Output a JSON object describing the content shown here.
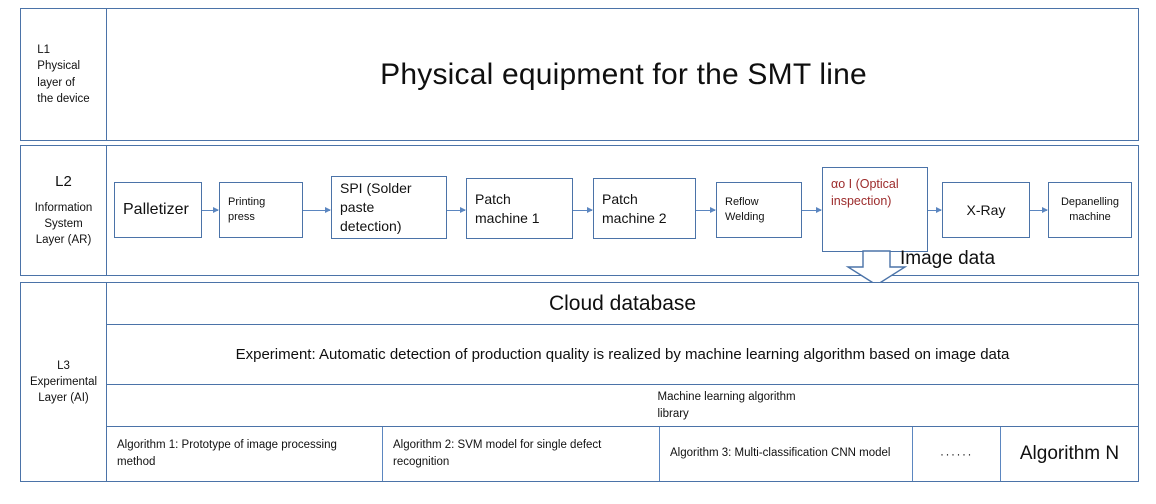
{
  "diagram": {
    "title": "Three-layer SMT production line architecture",
    "accent_border_color": "#4B73A8",
    "arrow_color": "#5B86C0",
    "aoi_text_color": "#9C2B2B"
  },
  "layers": {
    "l1": {
      "code": "L1",
      "name_lines": [
        "Physical",
        "layer of",
        "the device"
      ],
      "banner_title": "Physical equipment for the SMT line"
    },
    "l2": {
      "code": "L2",
      "name_lines": [
        "Information",
        "System",
        "Layer (AR)"
      ],
      "process_boxes": [
        {
          "label": "Palletizer",
          "size": "big"
        },
        {
          "label": "Printing press",
          "size": "sml"
        },
        {
          "label": "SPI (Solder paste detection)",
          "size": "mid"
        },
        {
          "label": "Patch machine 1",
          "size": "mid"
        },
        {
          "label": "Patch machine 2",
          "size": "mid"
        },
        {
          "label": "Reflow Welding",
          "size": "sml"
        },
        {
          "label": "αo I (Optical inspection)",
          "size": "aoi"
        },
        {
          "label": "X-Ray",
          "size": "mid"
        },
        {
          "label": "Depanelling machine",
          "size": "sml"
        }
      ],
      "data_flow_label": "Image data"
    },
    "l3": {
      "code": "L3",
      "name_lines": [
        "Experimental",
        "Layer (AI)"
      ],
      "cloud_database": "Cloud database",
      "experiment": "Experiment: Automatic detection of production quality is realized by machine learning algorithm based on image data",
      "library_label": "Machine learning algorithm library",
      "algorithms": [
        "Algorithm 1: Prototype of image processing method",
        "Algorithm 2: SVM model for single defect recognition",
        "Algorithm 3: Multi-classification CNN model",
        "······",
        "Algorithm N"
      ]
    }
  }
}
